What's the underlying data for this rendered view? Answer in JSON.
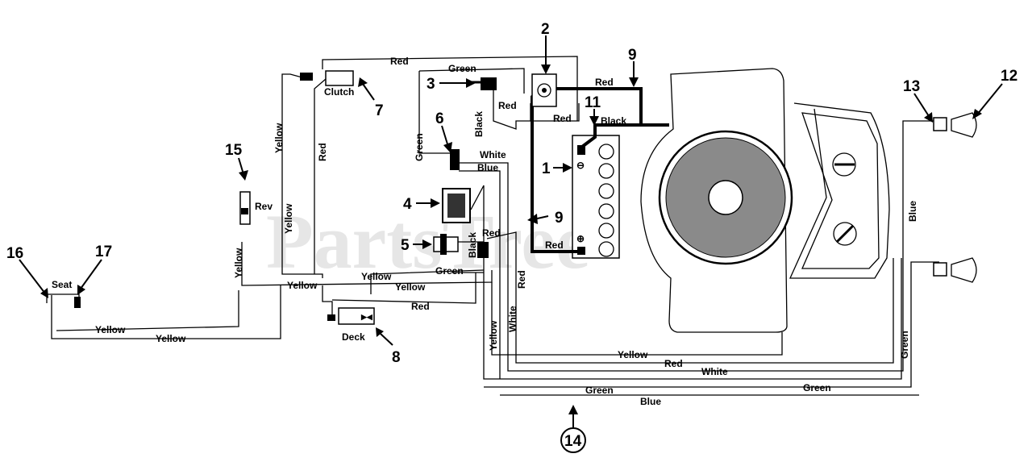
{
  "watermark": "PartsTree",
  "callouts": {
    "n1": "1",
    "n2": "2",
    "n3": "3",
    "n4": "4",
    "n5": "5",
    "n6": "6",
    "n7": "7",
    "n8": "8",
    "n9a": "9",
    "n9b": "9",
    "n11": "11",
    "n12": "12",
    "n13": "13",
    "n14": "14",
    "n15": "15",
    "n16": "16",
    "n17": "17"
  },
  "components": {
    "clutch": "Clutch",
    "rev": "Rev",
    "seat": "Seat",
    "deck": "Deck",
    "battery_neg": "⊖",
    "battery_pos": "⊕"
  },
  "wire_labels": {
    "red_top": "Red",
    "green_top": "Green",
    "red_9": "Red",
    "red_3": "Red",
    "black_3": "Black",
    "red_2": "Red",
    "black_11": "Black",
    "green_left": "Green",
    "white_6": "White",
    "blue_6": "Blue",
    "yellow_clutch": "Yellow",
    "red_clutch": "Red",
    "yellow_rev": "Yellow",
    "yellow_mid": "Yellow",
    "red_5": "Red",
    "black_5": "Black",
    "red_batt": "Red",
    "green_5": "Green",
    "red_vert": "Red",
    "yellow_h1": "Yellow",
    "yellow_h2": "Yellow",
    "yellow_h3": "Yellow",
    "red_deck": "Red",
    "white_vert": "White",
    "yellow_vert": "Yellow",
    "yellow_seat1": "Yellow",
    "yellow_seat2": "Yellow",
    "yellow_bottom": "Yellow",
    "red_bottom": "Red",
    "white_bottom": "White",
    "green_bottom1": "Green",
    "green_bottom2": "Green",
    "blue_bottom": "Blue",
    "green_right": "Green",
    "blue_right": "Blue"
  }
}
